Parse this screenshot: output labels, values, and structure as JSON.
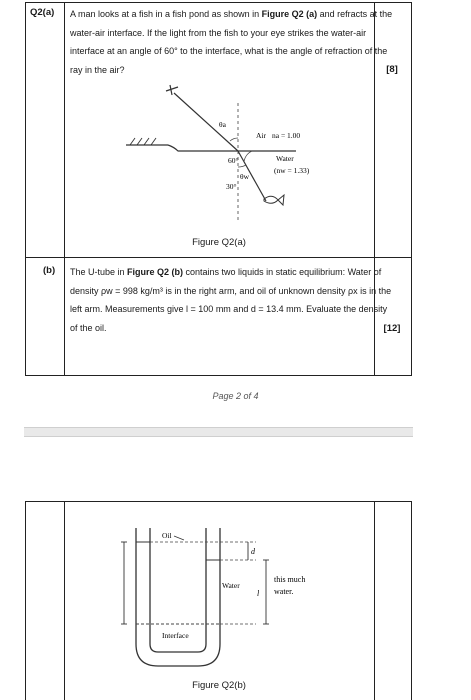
{
  "q2a": {
    "number": "Q2(a)",
    "text_parts": {
      "p1": "A man looks at a fish in a fish pond as shown in ",
      "fig": "Figure Q2 (a)",
      "p2": " and refracts at the water-air interface. If the light from the fish to your eye strikes the water-air interface at an angle of 60° to the interface, what is the angle of refraction of the ray in the air?"
    },
    "marks": "[8]",
    "figure_caption": "Figure Q2(a)",
    "diagram_labels": {
      "theta_a": "θa",
      "air_label": "Air",
      "air_n": "na = 1.00",
      "water_label": "Water",
      "water_n": "(nw = 1.33)",
      "angle_60": "60°",
      "theta_w": "θw",
      "angle_30": "30°"
    }
  },
  "q2b": {
    "number": "(b)",
    "text_parts": {
      "p1": "The U-tube in ",
      "fig": "Figure Q2 (b)",
      "p2": " contains two liquids in static equilibrium: Water of density ρw = 998 kg/m³ is in the right arm, and oil of unknown density ρx is in the left arm. Measurements give l = 100 mm and d = 13.4 mm. Evaluate the density of the oil."
    },
    "marks": "[12]",
    "figure_caption": "Figure Q2(b)",
    "diagram_labels": {
      "oil": "Oil",
      "water": "Water",
      "interface": "Interface",
      "note_line1": "this much",
      "note_line2": "water.",
      "d": "d",
      "l": "l"
    }
  },
  "footer": "Page 2 of 4"
}
